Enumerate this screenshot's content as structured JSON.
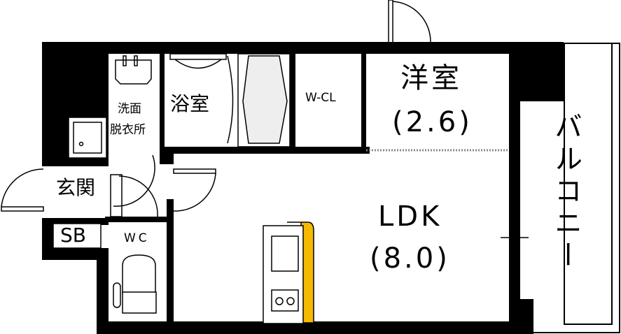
{
  "rooms": {
    "western_room": {
      "name": "洋室",
      "size": "(2.6)"
    },
    "ldk": {
      "name": "LDK",
      "size": "(8.0)"
    },
    "bathroom": {
      "name": "浴室"
    },
    "closet": {
      "name": "W-CL"
    },
    "washroom": {
      "line1": "洗面",
      "line2": "脱衣所"
    },
    "entrance": {
      "name": "玄関"
    },
    "shoe_box": {
      "name": "SB"
    },
    "toilet": {
      "name": "WC"
    },
    "balcony": {
      "name": "バルコニー"
    }
  },
  "colors": {
    "wall": "#000000",
    "counter_accent": "#f5b800",
    "fixture_fill": "#eeeeee"
  }
}
